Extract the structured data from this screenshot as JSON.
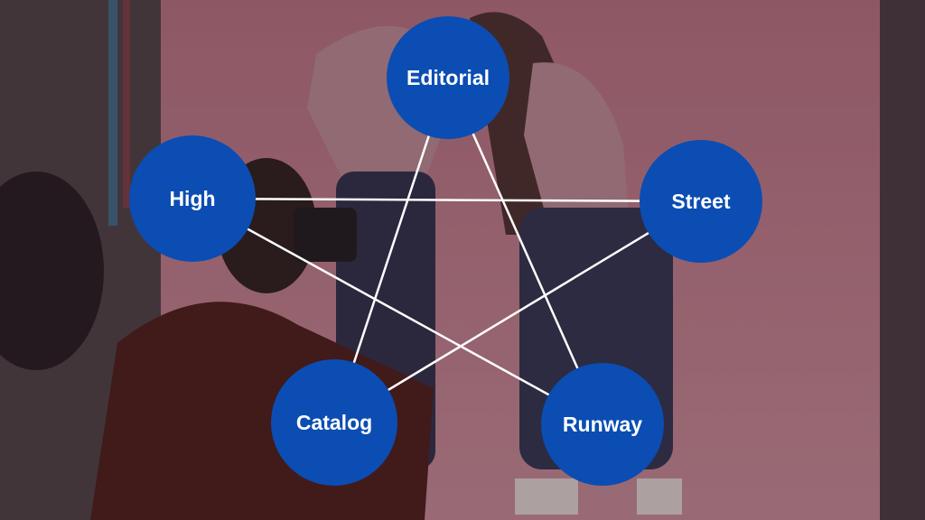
{
  "colors": {
    "node_fill": "#0b4db3",
    "edge_stroke": "#ffffff",
    "overlay": "#2a1a22",
    "backdrop": "#c98a99"
  },
  "background": {
    "description_icon": "studio-photo-background"
  },
  "diagram": {
    "type": "pentagram",
    "nodes": [
      {
        "id": "editorial",
        "label": "Editorial"
      },
      {
        "id": "street",
        "label": "Street"
      },
      {
        "id": "runway",
        "label": "Runway"
      },
      {
        "id": "catalog",
        "label": "Catalog"
      },
      {
        "id": "high",
        "label": "High"
      }
    ],
    "edges": [
      [
        "editorial",
        "catalog"
      ],
      [
        "editorial",
        "runway"
      ],
      [
        "high",
        "street"
      ],
      [
        "high",
        "runway"
      ],
      [
        "street",
        "catalog"
      ]
    ]
  }
}
